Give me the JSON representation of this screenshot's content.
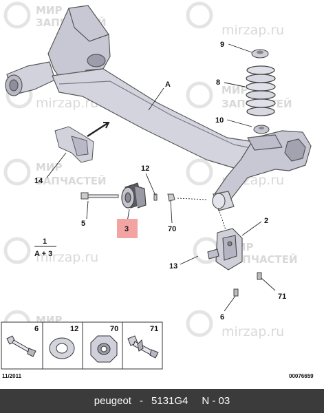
{
  "watermark": {
    "site": "mirzap.ru",
    "brand_line1": "МИР",
    "brand_line2": "ЗАПЧАСТЕЙ"
  },
  "callouts": {
    "A": "A",
    "c9": "9",
    "c8": "8",
    "c10": "10",
    "c14": "14",
    "c12": "12",
    "c5": "5",
    "c3": "3",
    "c70": "70",
    "c2": "2",
    "c13": "13",
    "c71": "71",
    "c6": "6",
    "c1": "1",
    "c_a3": "A + 3"
  },
  "highlight_color": "#f4a3a3",
  "parts_strip": [
    {
      "num": "6",
      "icon": "bolt-icon"
    },
    {
      "num": "12",
      "icon": "washer-icon"
    },
    {
      "num": "70",
      "icon": "nut-icon"
    },
    {
      "num": "71",
      "icon": "flange-bolt-icon"
    }
  ],
  "date_code": "11/2011",
  "drawing_number": "00076659",
  "footer": {
    "brand": "peugeot",
    "separator": "-",
    "part_number": "5131G4",
    "position": "N - 03"
  }
}
